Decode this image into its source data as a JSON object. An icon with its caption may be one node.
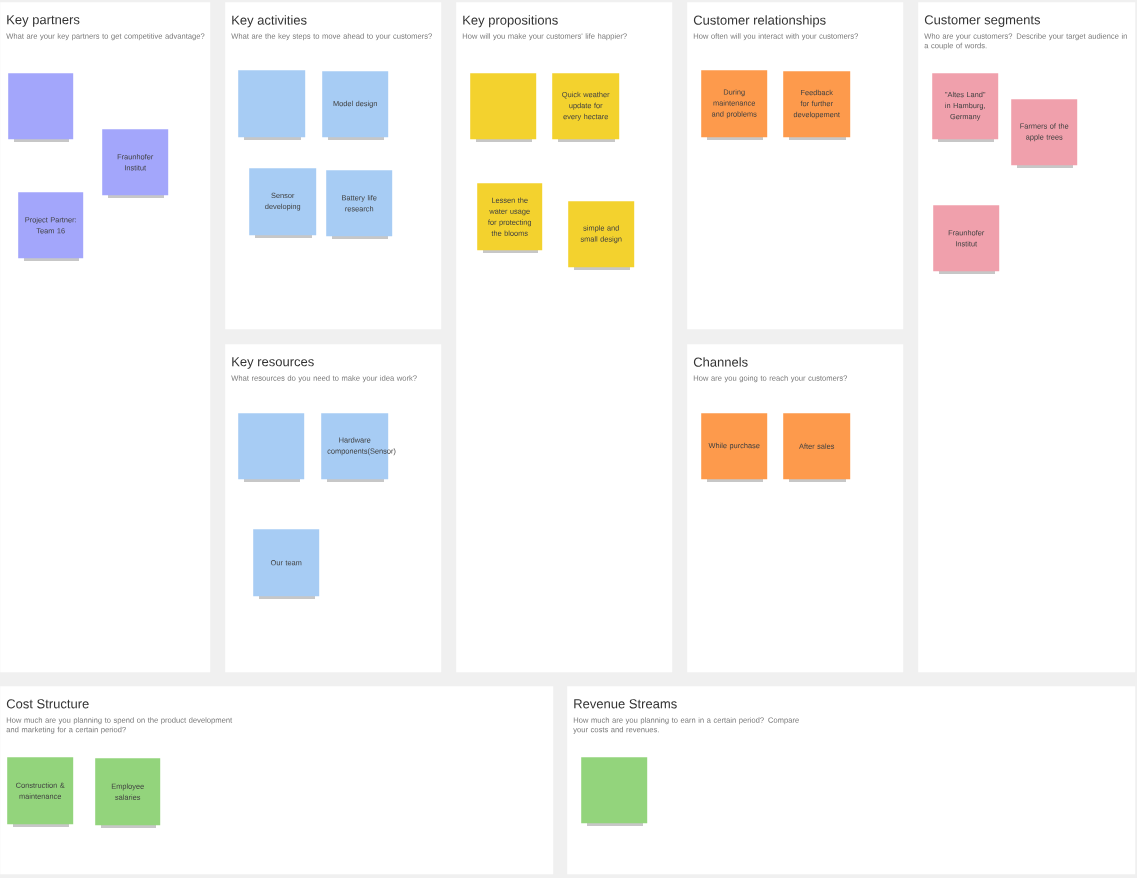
{
  "diagram": {
    "nodes": [
      {
        "text": [
          "Key partners",
          "What are your key partners to get competitive advantage?"
        ]
      },
      {
        "text": [],
        "shape": "box",
        "in": 0
      },
      {
        "text": [
          "Fraunhofer Institut"
        ],
        "in": 0
      },
      {
        "text": [
          "Project Partner: Team 16"
        ],
        "in": 0
      },
      {
        "text": [
          "Key activities",
          "What are the key steps to move ahead to your customers?"
        ]
      },
      {
        "text": [],
        "shape": "box",
        "in": 4
      },
      {
        "text": [
          "Model design"
        ],
        "in": 4
      },
      {
        "text": [
          "Sensor developing"
        ],
        "in": 4
      },
      {
        "text": [
          "Battery life research"
        ],
        "in": 4
      },
      {
        "text": [
          "Key resources",
          "What resources do you need to make your idea work?"
        ]
      },
      {
        "text": [],
        "shape": "box",
        "in": 9
      },
      {
        "text": [
          "Hardware components(Sensor)"
        ],
        "in": 9
      },
      {
        "text": [
          "Our team"
        ],
        "in": 9
      },
      {
        "text": [
          "Key propositions",
          "How will you make your customers' life happier?"
        ]
      },
      {
        "text": [],
        "shape": "box",
        "in": 13
      },
      {
        "text": [
          "Quick weather update for every hectare"
        ],
        "in": 13
      },
      {
        "text": [
          "Lessen the water usage for protecting the blooms"
        ],
        "in": 13
      },
      {
        "text": [
          "simple and small design"
        ],
        "in": 13
      },
      {
        "text": [
          "Customer relationships",
          "How often will you interact with your customers?"
        ]
      },
      {
        "text": [
          "During maintenance and problems"
        ],
        "in": 18
      },
      {
        "text": [
          "Feedback for further developement"
        ],
        "in": 18
      },
      {
        "text": [
          "Channels",
          "How are you going to reach your customers?"
        ]
      },
      {
        "text": [
          "While purchase"
        ],
        "in": 21
      },
      {
        "text": [
          "After sales"
        ],
        "in": 21
      },
      {
        "text": [
          "Customer segments",
          "Who are your customers? Describe your target audience in a couple of words."
        ]
      },
      {
        "text": [
          "\"Altes Land\" in Hamburg, Germany"
        ],
        "in": 24
      },
      {
        "text": [
          "Farmers of the apple trees"
        ],
        "in": 24
      },
      {
        "text": [
          "Fraunhofer Institut"
        ],
        "in": 24
      },
      {
        "text": [
          "Cost Structure",
          "How much are you planning to spend on the product development and marketing for a certain period?"
        ]
      },
      {
        "text": [
          "Construction & maintenance"
        ],
        "in": 28
      },
      {
        "text": [
          "Employee salaries"
        ],
        "in": 28
      },
      {
        "text": [
          "Revenue Streams",
          "How much are you planning to earn in a certain period? Compare your costs and revenues."
        ]
      },
      {
        "text": [],
        "shape": "box",
        "in": 31
      }
    ]
  }
}
